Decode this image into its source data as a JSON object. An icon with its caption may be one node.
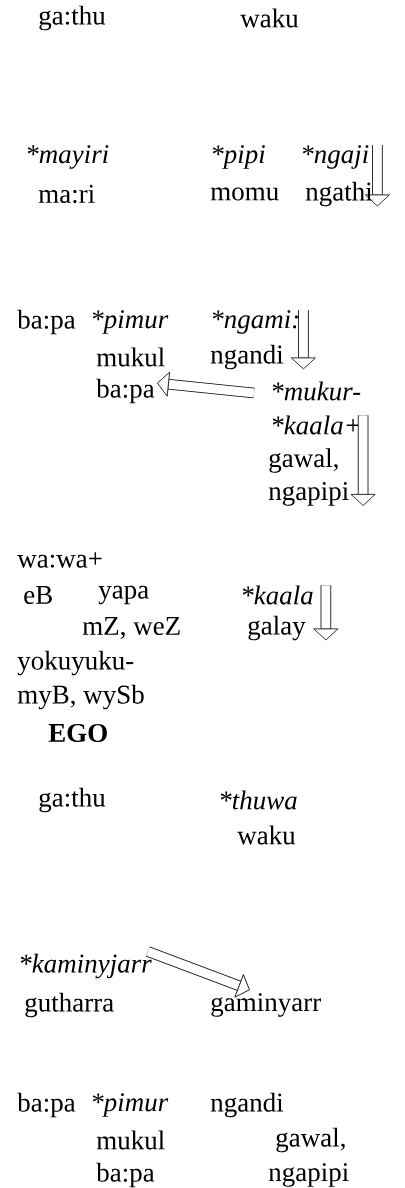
{
  "diagram": {
    "nodes": [
      {
        "text": [
          "*ngaji"
        ]
      },
      {
        "text": [
          "ngathi"
        ]
      },
      {
        "text": [
          "*ngami:"
        ]
      },
      {
        "text": [
          "ngandi"
        ]
      },
      {
        "text": [
          "*mukur-"
        ]
      },
      {
        "text": [
          "ba:pa"
        ]
      },
      {
        "text": [
          "*kaala+"
        ]
      },
      {
        "text": [
          "gawal, ngapipi"
        ]
      },
      {
        "text": [
          "*kaala"
        ]
      },
      {
        "text": [
          "galay"
        ]
      },
      {
        "text": [
          "*kaminyjarr"
        ]
      },
      {
        "text": [
          "gaminyarr"
        ]
      }
    ],
    "edges": [
      {
        "from": 0,
        "to": 1,
        "arrow": "to"
      },
      {
        "from": 2,
        "to": 3,
        "arrow": "to"
      },
      {
        "from": 4,
        "to": 5,
        "arrow": "to"
      },
      {
        "from": 6,
        "to": 7,
        "arrow": "to"
      },
      {
        "from": 8,
        "to": 9,
        "arrow": "to"
      },
      {
        "from": 10,
        "to": 11,
        "arrow": "to"
      }
    ],
    "labels": [
      "ga:thu",
      "waku",
      "*mayiri",
      "*pipi",
      "ma:ri",
      "momu",
      "ba:pa",
      "*pimur",
      "mukul",
      "wa:wa+",
      "eB",
      "yapa",
      "mZ, weZ",
      "yokuyuku-",
      "myB, wySb",
      "EGO",
      "ga:thu",
      "*thuwa",
      "waku",
      "gutharra",
      "ba:pa",
      "*pimur",
      "ngandi",
      "mukul",
      "gawal,",
      "ba:pa",
      "ngapipi"
    ]
  }
}
